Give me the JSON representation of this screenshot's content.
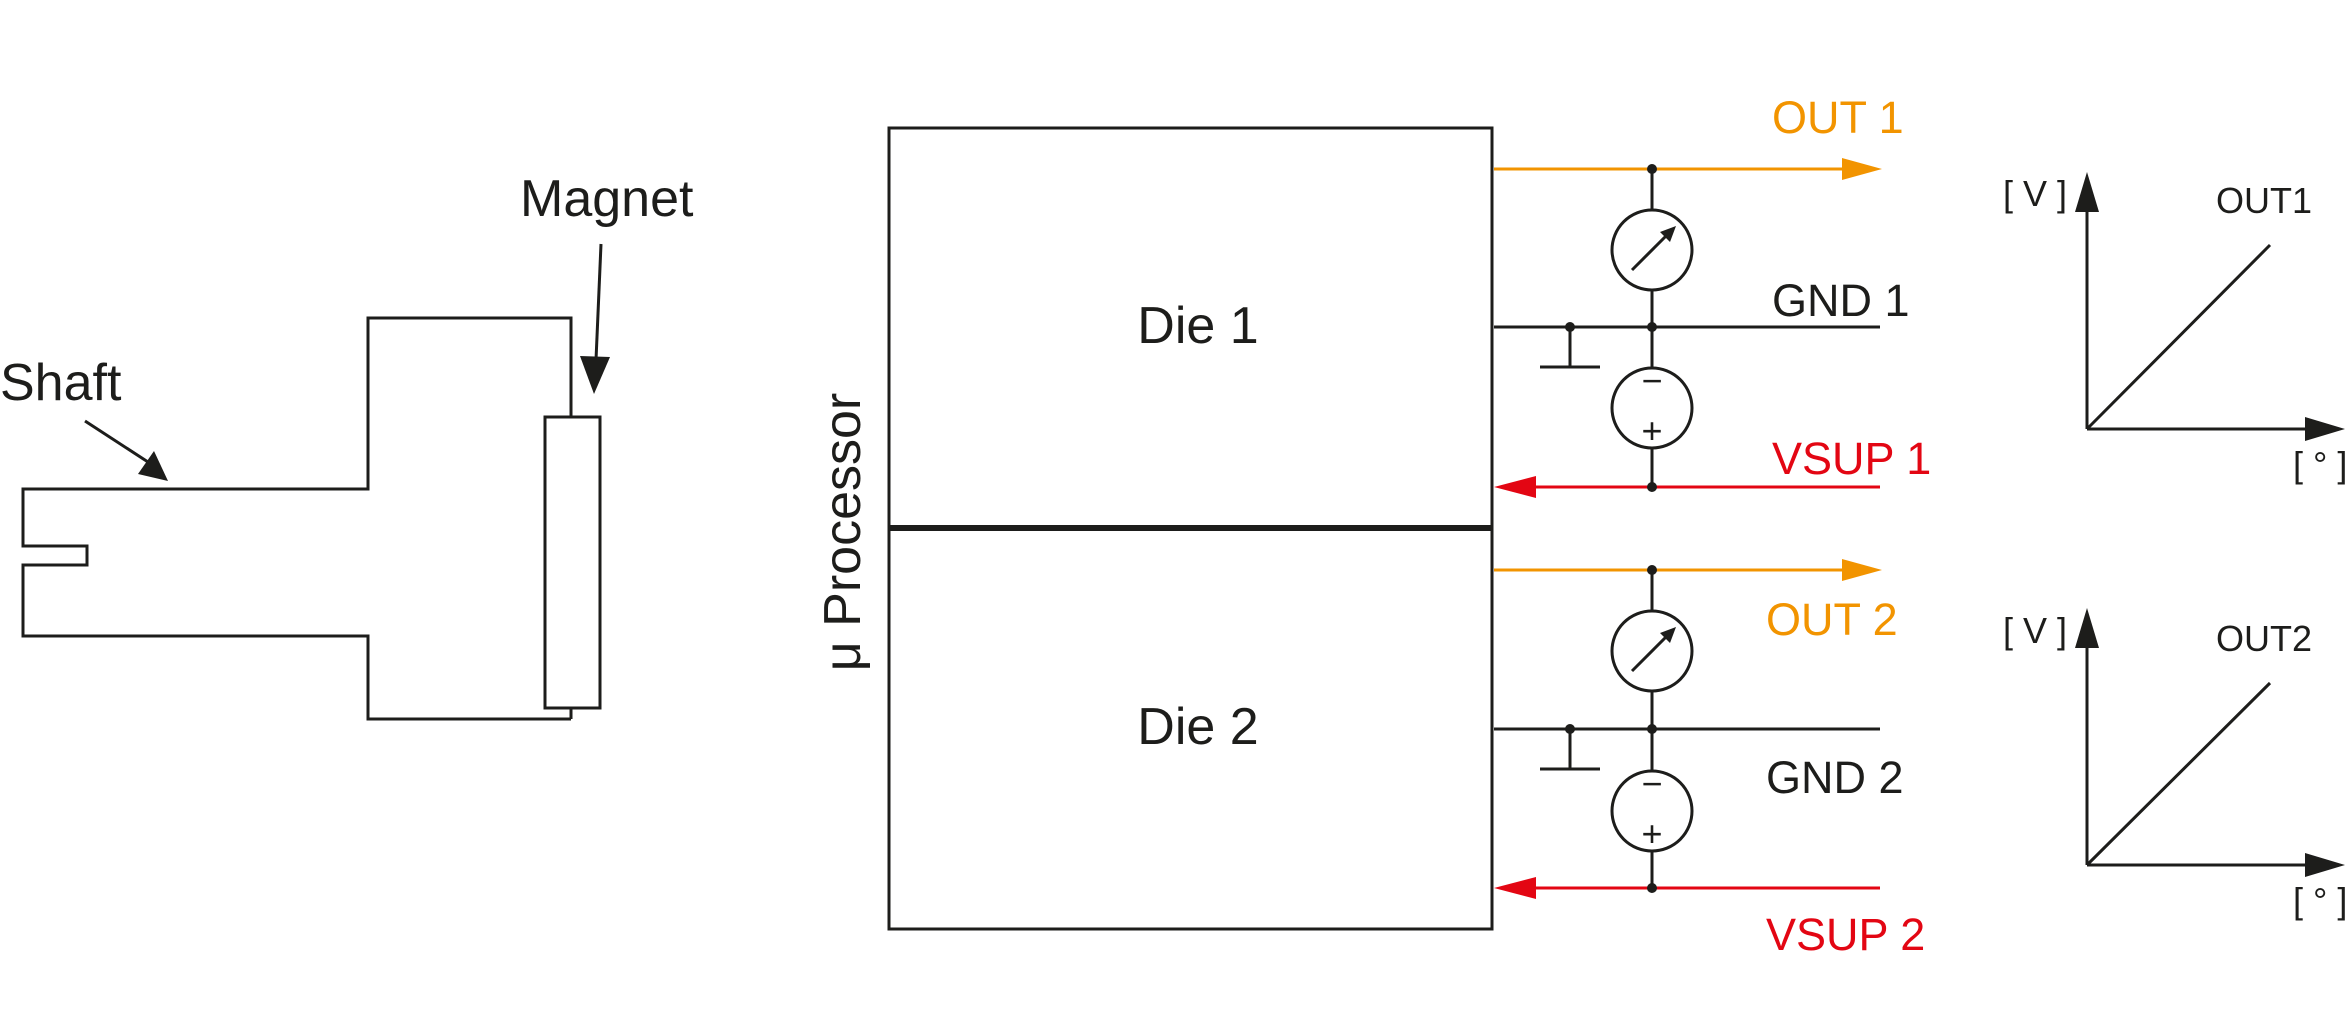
{
  "labels": {
    "shaft": "Shaft",
    "magnet": "Magnet",
    "processor": "μ Processor",
    "die1": "Die 1",
    "die2": "Die 2",
    "out1": "OUT 1",
    "gnd1": "GND 1",
    "vsup1": "VSUP 1",
    "out2": "OUT 2",
    "gnd2": "GND 2",
    "vsup2": "VSUP 2"
  },
  "graphs": [
    {
      "y_unit": "[ V ]",
      "x_unit": "[ ° ]",
      "line_label": "OUT1"
    },
    {
      "y_unit": "[ V ]",
      "x_unit": "[ ° ]",
      "line_label": "OUT2"
    }
  ],
  "colors": {
    "out": "#F29400",
    "vsup": "#E30613",
    "line": "#1d1d1b"
  },
  "source_symbols": {
    "minus": "−",
    "plus": "+"
  }
}
